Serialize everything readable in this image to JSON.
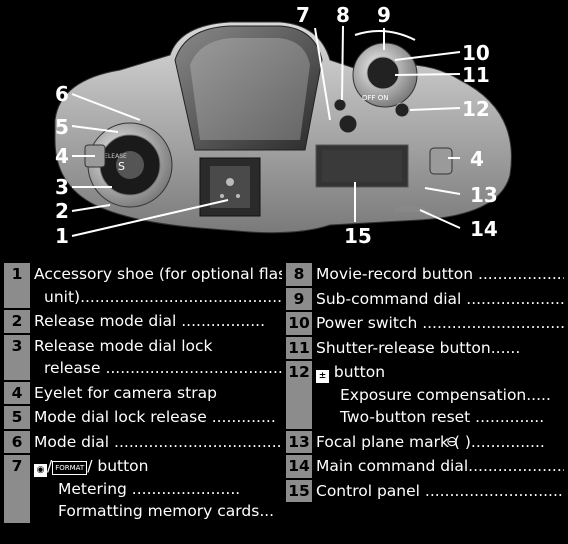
{
  "callouts": [
    "7",
    "8",
    "9",
    "10",
    "11",
    "6",
    "5",
    "4",
    "3",
    "2",
    "1",
    "15",
    "12",
    "4",
    "13",
    "14"
  ],
  "legend_left": [
    {
      "num": "1",
      "lines": [
        "Accessory shoe (for optional flash",
        "unit)........................................."
      ]
    },
    {
      "num": "2",
      "lines": [
        "Release mode dial ................."
      ]
    },
    {
      "num": "3",
      "lines": [
        "Release mode dial lock",
        "release ......................................"
      ]
    },
    {
      "num": "4",
      "lines": [
        "Eyelet for camera strap"
      ]
    },
    {
      "num": "5",
      "lines": [
        "Mode dial lock release ............."
      ]
    },
    {
      "num": "6",
      "lines": [
        "Mode dial ....................................."
      ]
    },
    {
      "num": "7",
      "lines": [
        "/ button",
        "Metering ......................",
        "Formatting memory cards..."
      ]
    }
  ],
  "legend_right": [
    {
      "num": "8",
      "lines": [
        "Movie-record button ..................."
      ]
    },
    {
      "num": "9",
      "lines": [
        "Sub-command dial ...................."
      ]
    },
    {
      "num": "10",
      "lines": [
        "Power switch ............................."
      ]
    },
    {
      "num": "11",
      "lines": [
        "Shutter-release button......"
      ]
    },
    {
      "num": "12",
      "lines": [
        " button",
        "Exposure compensation.....",
        "Two-button reset .............."
      ]
    },
    {
      "num": "13",
      "lines": [
        "Focal plane mark (  )..............."
      ]
    },
    {
      "num": "14",
      "lines": [
        "Main command dial....................."
      ]
    },
    {
      "num": "15",
      "lines": [
        "Control panel ................................"
      ]
    }
  ],
  "icons": {
    "metering": "metering-icon",
    "format": "FORMAT",
    "exposure": "exposure-comp-icon",
    "focal": "focal-plane-mark-icon"
  },
  "camera_labels": {
    "off_on": "OFF  ON",
    "mode_dial": "S",
    "release_lock": "RELEASE"
  }
}
